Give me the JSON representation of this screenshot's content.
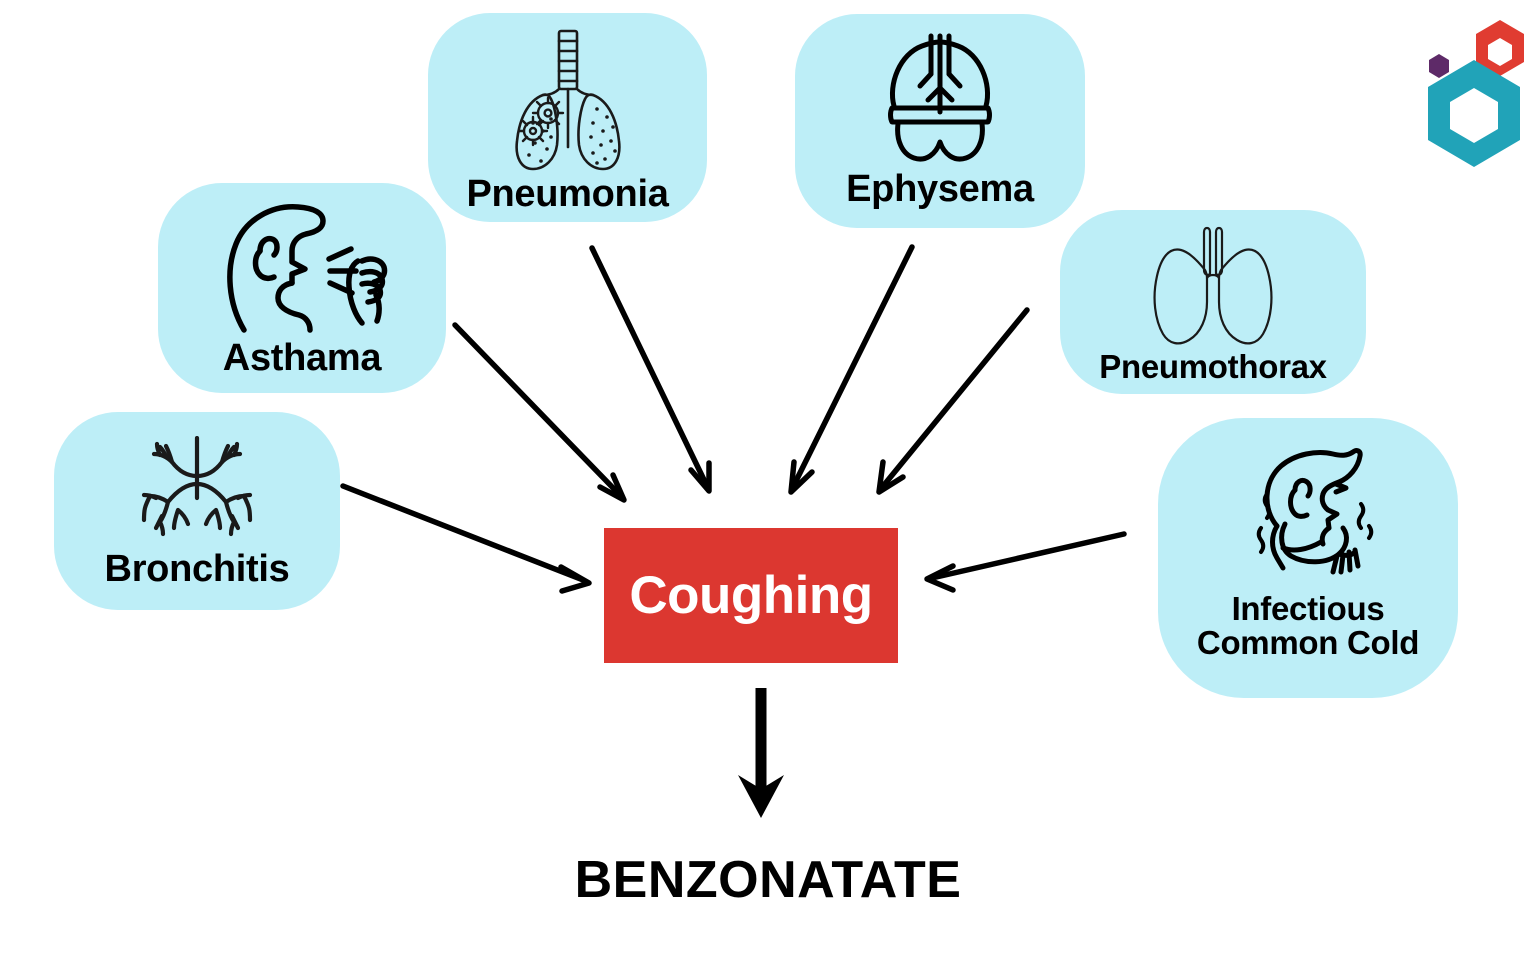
{
  "diagram": {
    "title_center": "Coughing",
    "outcome": "BENZONATATE",
    "colors": {
      "node_fill": "#BDEEF7",
      "center_fill": "#DC3730",
      "center_text": "#FFFFFF",
      "arrow": "#000000",
      "logo_teal": "#21A3B8",
      "logo_red": "#E03C31",
      "logo_purple": "#5E2A68",
      "background": "#FFFFFF"
    },
    "causes": [
      {
        "id": "asthama",
        "label": "Asthama",
        "icon": "coughing-head-icon"
      },
      {
        "id": "pneumonia",
        "label": "Pneumonia",
        "icon": "infected-lungs-virus-icon"
      },
      {
        "id": "ephysema",
        "label": "Ephysema",
        "icon": "constricted-lungs-icon"
      },
      {
        "id": "pneumothorax",
        "label": "Pneumothorax",
        "icon": "lungs-outline-icon"
      },
      {
        "id": "bronchitis",
        "label": "Bronchitis",
        "icon": "bronchial-tree-icon"
      },
      {
        "id": "common-cold",
        "label": "Infectious\nCommon Cold",
        "icon": "person-with-scarf-icon"
      }
    ],
    "arrows": [
      {
        "from": "asthama",
        "to": "coughing"
      },
      {
        "from": "pneumonia",
        "to": "coughing"
      },
      {
        "from": "ephysema",
        "to": "coughing"
      },
      {
        "from": "pneumothorax",
        "to": "coughing"
      },
      {
        "from": "bronchitis",
        "to": "coughing"
      },
      {
        "from": "common-cold",
        "to": "coughing"
      },
      {
        "from": "coughing",
        "to": "BENZONATATE"
      }
    ],
    "logo": {
      "name": "hexagon-logo",
      "shapes": [
        "small-purple-hexagon",
        "red-outline-hexagon",
        "teal-outline-hexagon"
      ]
    }
  }
}
